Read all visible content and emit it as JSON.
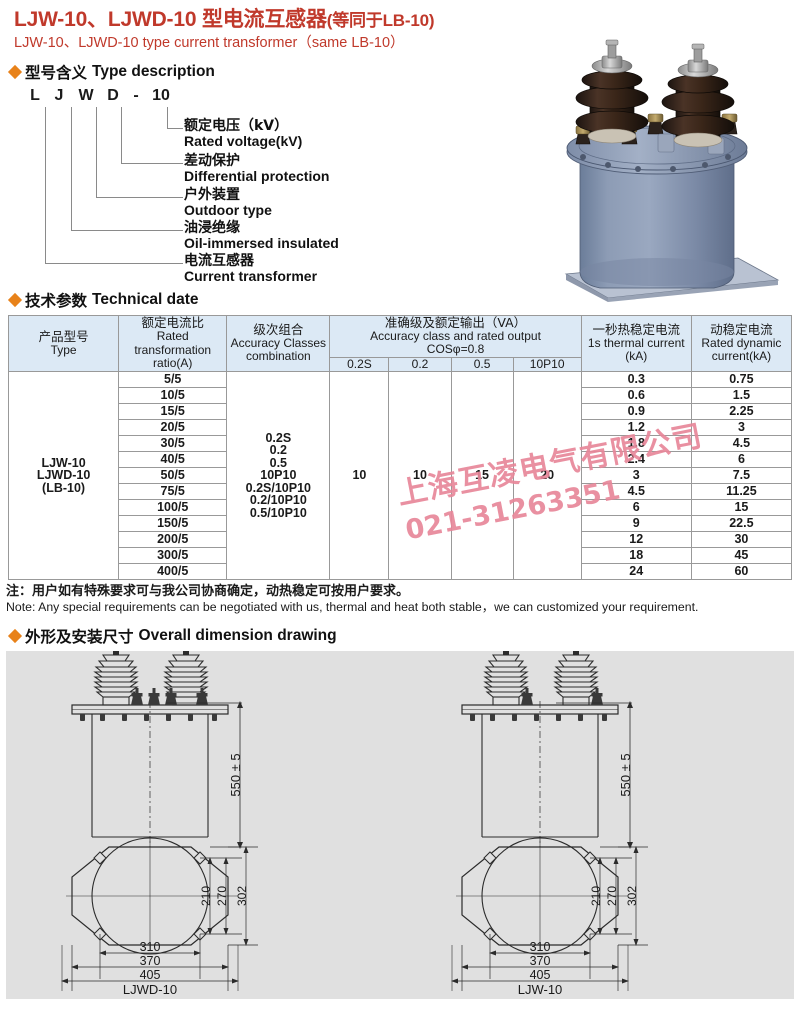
{
  "header": {
    "title_cn_main": "LJW-10、LJWD-10 型电流互感器",
    "title_cn_suffix": "(等同于LB-10)",
    "title_en": "LJW-10、LJWD-10 type current transformer（same LB-10）"
  },
  "sections": {
    "type_description": {
      "cn": "型号含义",
      "en": "Type description"
    },
    "technical_data": {
      "cn": "技术参数",
      "en": "Technical date"
    },
    "dimension_drawing": {
      "cn": "外形及安装尺寸",
      "en": "Overall dimension drawing"
    }
  },
  "type_code": {
    "letters": [
      "L",
      "J",
      "W",
      "D",
      "-",
      "10"
    ],
    "items": [
      {
        "cn": "额定电压（kV）",
        "en": "Rated voltage(kV)"
      },
      {
        "cn": "差动保护",
        "en": "Differential protection"
      },
      {
        "cn": "户外装置",
        "en": "Outdoor type"
      },
      {
        "cn": "油浸绝缘",
        "en": "Oil-immersed insulated"
      },
      {
        "cn": "电流互感器",
        "en": "Current transformer"
      }
    ]
  },
  "table": {
    "headers": {
      "type": {
        "cn": "产品型号",
        "en": "Type"
      },
      "ratio": {
        "cn": "额定电流比",
        "en": "Rated transformation ratio(A)"
      },
      "accuracy_combo": {
        "cn": "级次组合",
        "en": "Accuracy Classes combination"
      },
      "output_group": {
        "cn": "准确级及额定输出（VA）",
        "en": "Accuracy class and rated output",
        "cos": "COSφ=0.8"
      },
      "output_cols": [
        "0.2S",
        "0.2",
        "0.5",
        "10P10"
      ],
      "thermal": {
        "cn": "一秒热稳定电流",
        "en": "1s thermal current",
        "unit": "(kA)"
      },
      "dynamic": {
        "cn": "动稳定电流",
        "en": "Rated dynamic current(kA)"
      }
    },
    "type_cell": [
      "LJW-10",
      "LJWD-10",
      "(LB-10)"
    ],
    "ratios": [
      "5/5",
      "10/5",
      "15/5",
      "20/5",
      "30/5",
      "40/5",
      "50/5",
      "75/5",
      "100/5",
      "150/5",
      "200/5",
      "300/5",
      "400/5"
    ],
    "accuracy_classes": [
      "0.2S",
      "0.2",
      "0.5",
      "10P10",
      "0.2S/10P10",
      "0.2/10P10",
      "0.5/10P10"
    ],
    "outputs": [
      "10",
      "10",
      "15",
      "20"
    ],
    "thermal_currents": [
      "0.3",
      "0.6",
      "0.9",
      "1.2",
      "1.8",
      "2.4",
      "3",
      "4.5",
      "6",
      "9",
      "12",
      "18",
      "24"
    ],
    "dynamic_currents": [
      "0.75",
      "1.5",
      "2.25",
      "3",
      "4.5",
      "6",
      "7.5",
      "11.25",
      "15",
      "22.5",
      "30",
      "45",
      "60"
    ]
  },
  "note": {
    "cn": "注：用户如有特殊要求可与我公司协商确定，动热稳定可按用户要求。",
    "en": "Note: Any special requirements can be negotiated with us, thermal and heat both stable，we can customized your requirement."
  },
  "drawings": {
    "left": {
      "caption": "LJWD-10",
      "height_dim": "550 ± 5",
      "vertical_dims": [
        "210",
        "270",
        "302"
      ],
      "horizontal_dims": [
        "310",
        "370",
        "405"
      ]
    },
    "right": {
      "caption": "LJW-10",
      "height_dim": "550 ± 5",
      "vertical_dims": [
        "210",
        "270",
        "302"
      ],
      "horizontal_dims": [
        "310",
        "370",
        "405"
      ]
    }
  },
  "watermark": {
    "company": "上海互凌电气有限公司",
    "phone": "021-31263351"
  },
  "colors": {
    "title_red": "#c0392b",
    "bullet_orange": "#e8821a",
    "table_header_blue": "#dce9f5",
    "drawing_bg": "#e0e0e0",
    "watermark_pink": "#e8879a"
  }
}
